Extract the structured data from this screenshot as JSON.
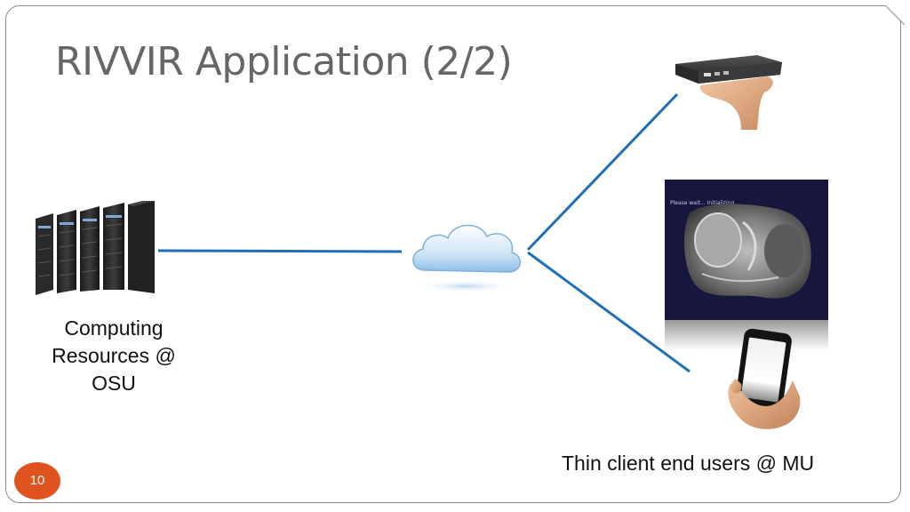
{
  "slide": {
    "title": "RIVVIR Application (2/2)",
    "osu_label": "Computing\nResources @\nOSU",
    "mu_label": "Thin client end users @ MU",
    "slide_number": "10"
  },
  "colors": {
    "link_line": "#1f6fb6",
    "title_text": "#666666",
    "slide_number_badge": "#e0531f"
  },
  "icons": [
    "server-rack-icon",
    "cloud-icon",
    "thin-client-box-icon",
    "ct-scan-display-icon",
    "smartphone-icon"
  ]
}
